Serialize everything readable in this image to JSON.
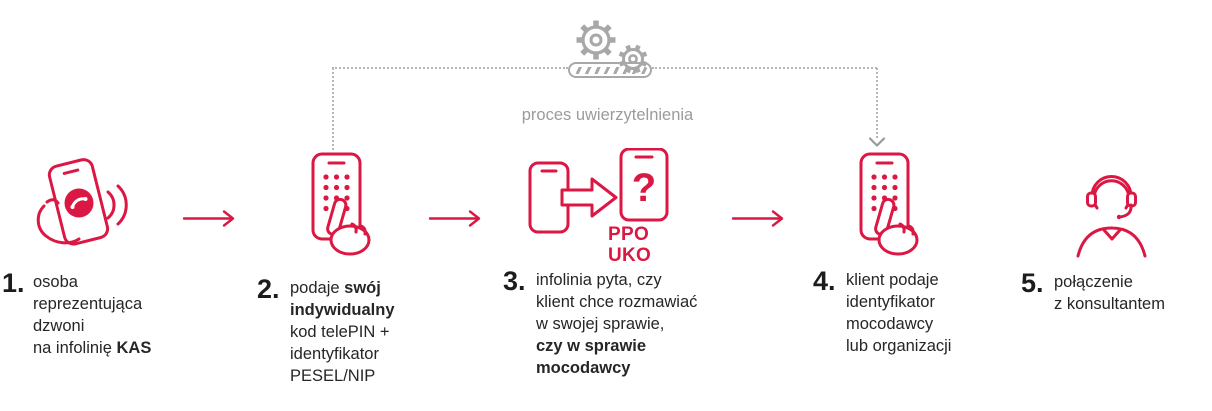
{
  "colors": {
    "accent": "#db1743",
    "muted": "#a8a8a8",
    "text": "#262626"
  },
  "auth": {
    "caption": "proces uwierzytelnienia"
  },
  "steps": [
    {
      "number": "1.",
      "icon": "phone-call-waves-icon",
      "segments": [
        {
          "text": "osoba\nreprezentująca\ndzwoni\nna infolinię ",
          "bold": false
        },
        {
          "text": "KAS",
          "bold": true
        }
      ]
    },
    {
      "number": "2.",
      "icon": "phone-keypad-hand-icon",
      "segments": [
        {
          "text": "podaje ",
          "bold": false
        },
        {
          "text": "swój\nindywidualny",
          "bold": true
        },
        {
          "text": "\nkod telePIN +\nidentyfikator\nPESEL/NIP",
          "bold": false
        }
      ]
    },
    {
      "number": "3.",
      "icon": "phones-transfer-question-icon",
      "icon_label": "PPO\nUKO",
      "segments": [
        {
          "text": "infolinia pyta, czy\nklient chce rozmawiać\nw swojej sprawie,\n",
          "bold": false
        },
        {
          "text": "czy w sprawie\nmocodawcy",
          "bold": true
        }
      ]
    },
    {
      "number": "4.",
      "icon": "phone-keypad-hand-icon",
      "segments": [
        {
          "text": "klient podaje\nidentyfikator\nmocodawcy\nlub organizacji",
          "bold": false
        }
      ]
    },
    {
      "number": "5.",
      "icon": "consultant-headset-icon",
      "segments": [
        {
          "text": "połączenie\nz konsultantem",
          "bold": false
        }
      ]
    }
  ]
}
